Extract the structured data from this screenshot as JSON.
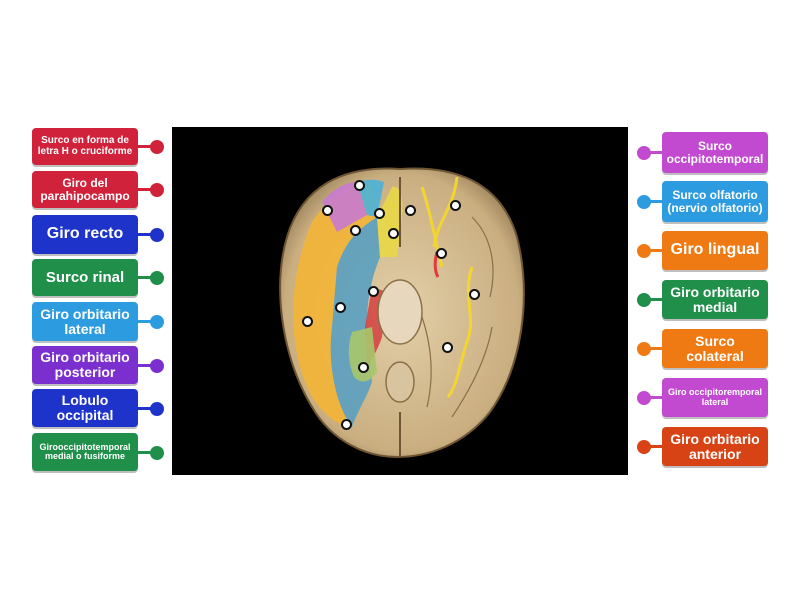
{
  "labels_left": [
    {
      "text": "Surco en forma de letra H o cruciforme",
      "color": "#d0223a",
      "size": 10
    },
    {
      "text": "Giro del parahipocampo",
      "color": "#d0223a",
      "size": 12
    },
    {
      "text": "Giro recto",
      "color": "#1e33c9",
      "size": 16
    },
    {
      "text": "Surco rinal",
      "color": "#1f8f4a",
      "size": 15
    },
    {
      "text": "Giro orbitario lateral",
      "color": "#2d9be0",
      "size": 14
    },
    {
      "text": "Giro orbitario posterior",
      "color": "#7b2fcf",
      "size": 14
    },
    {
      "text": "Lobulo occipital",
      "color": "#1e33c9",
      "size": 14
    },
    {
      "text": "Girooccipitotemporal medial o fusiforme",
      "color": "#1f8f4a",
      "size": 9
    }
  ],
  "labels_right": [
    {
      "text": "Surco occipitotemporal",
      "color": "#c24ad0",
      "size": 12
    },
    {
      "text": "Surco olfatorio (nervio olfatorio)",
      "color": "#2d9be0",
      "size": 12
    },
    {
      "text": "Giro lingual",
      "color": "#ef7a13",
      "size": 16
    },
    {
      "text": "Giro orbitario medial",
      "color": "#1f8f4a",
      "size": 14
    },
    {
      "text": "Surco colateral",
      "color": "#ef7a13",
      "size": 14
    },
    {
      "text": "Giro occipitoremporal lateral",
      "color": "#c24ad0",
      "size": 9
    },
    {
      "text": "Giro orbitario anterior",
      "color": "#d84315",
      "size": 14
    }
  ]
}
